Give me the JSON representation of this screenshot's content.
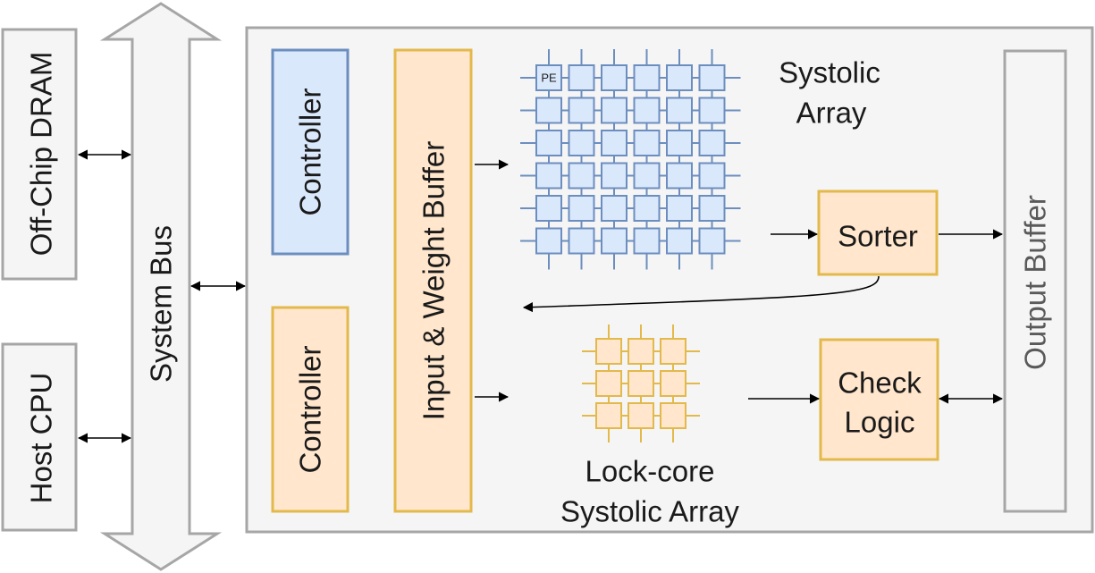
{
  "labels": {
    "dram": "Off-Chip DRAM",
    "cpu": "Host CPU",
    "bus": "System Bus",
    "controller_top": "Controller",
    "controller_bottom": "Controller",
    "buffer": "Input & Weight Buffer",
    "systolic_line1": "Systolic",
    "systolic_line2": "Array",
    "pe": "PE",
    "sorter": "Sorter",
    "check_line1": "Check",
    "check_line2": "Logic",
    "lock_line1": "Lock-core",
    "lock_line2": "Systolic Array",
    "output": "Output Buffer"
  },
  "colors": {
    "gray_border": "#a6a6a6",
    "gray_fill": "#f5f5f5",
    "blue_fill": "#dae8fc",
    "blue_border": "#6c8ebf",
    "orange_fill": "#ffe6cc",
    "orange_border": "#e3b94c",
    "arrow": "#000000"
  },
  "grids": {
    "systolic": {
      "rows": 6,
      "cols": 6
    },
    "lock_core": {
      "rows": 3,
      "cols": 3
    }
  }
}
